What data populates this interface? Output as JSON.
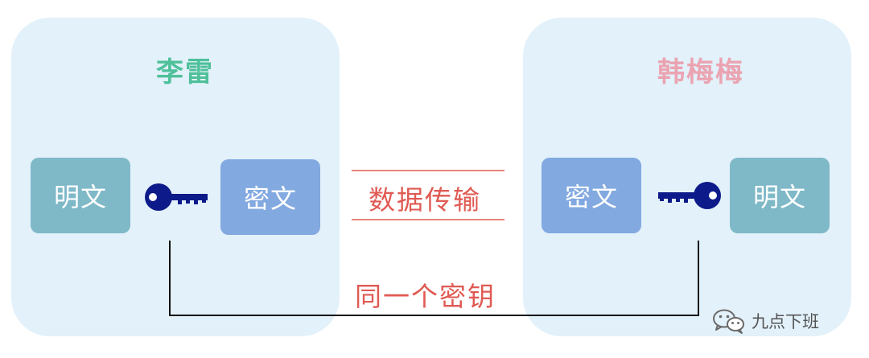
{
  "left_party": {
    "name": "李雷",
    "plaintext_label": "明文",
    "ciphertext_label": "密文"
  },
  "right_party": {
    "name": "韩梅梅",
    "plaintext_label": "明文",
    "ciphertext_label": "密文"
  },
  "transfer_label": "数据传输",
  "shared_key_label": "同一个密钥",
  "watermark": {
    "text": "九点下班",
    "icon": "wechat-icon"
  },
  "colors": {
    "panel": "#e2f1fa",
    "left_name": "#4fc09a",
    "right_name": "#eba3b1",
    "plaintext_box": "#7fb9c8",
    "ciphertext_box": "#82a9e0",
    "key": "#0d1a8a",
    "label_red": "#e05a53",
    "divider": "#e9857f"
  }
}
